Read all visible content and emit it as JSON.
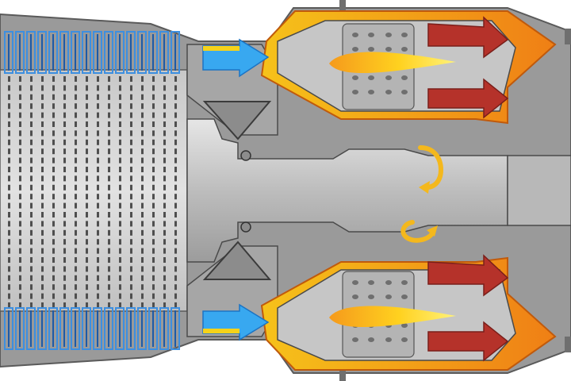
{
  "figure": {
    "subject": "jet-engine-cutaway",
    "labels": []
  },
  "palette": {
    "background": "#ffffff",
    "casing": "#9a9a9a",
    "casing_dark": "#6f6f6f",
    "metal_light": "#d9d9d9",
    "metal_mid": "#b9b9b9",
    "metal_dark": "#8c8c8c",
    "shaft": "#bdbdbd",
    "outline": "#3b3b3b",
    "compressor_blue": "#3d8fe0",
    "compressor_blue_dark": "#1c5aa8",
    "airflow_blue": "#38a8f0",
    "airflow_blue_dark": "#1c74c4",
    "intake_yellow": "#f6d21a",
    "combustion_orange": "#f59a1c",
    "combustion_orange_dark": "#e46b12",
    "flame_yellow": "#ffe14a",
    "exhaust_red": "#b5322a",
    "exhaust_red_dark": "#7a1f1a",
    "rotation_arrow": "#f4b81d"
  },
  "icons": {
    "airflow": "right-arrow",
    "exhaust": "curved-right-arrow",
    "rotation": "circular-arrow"
  }
}
